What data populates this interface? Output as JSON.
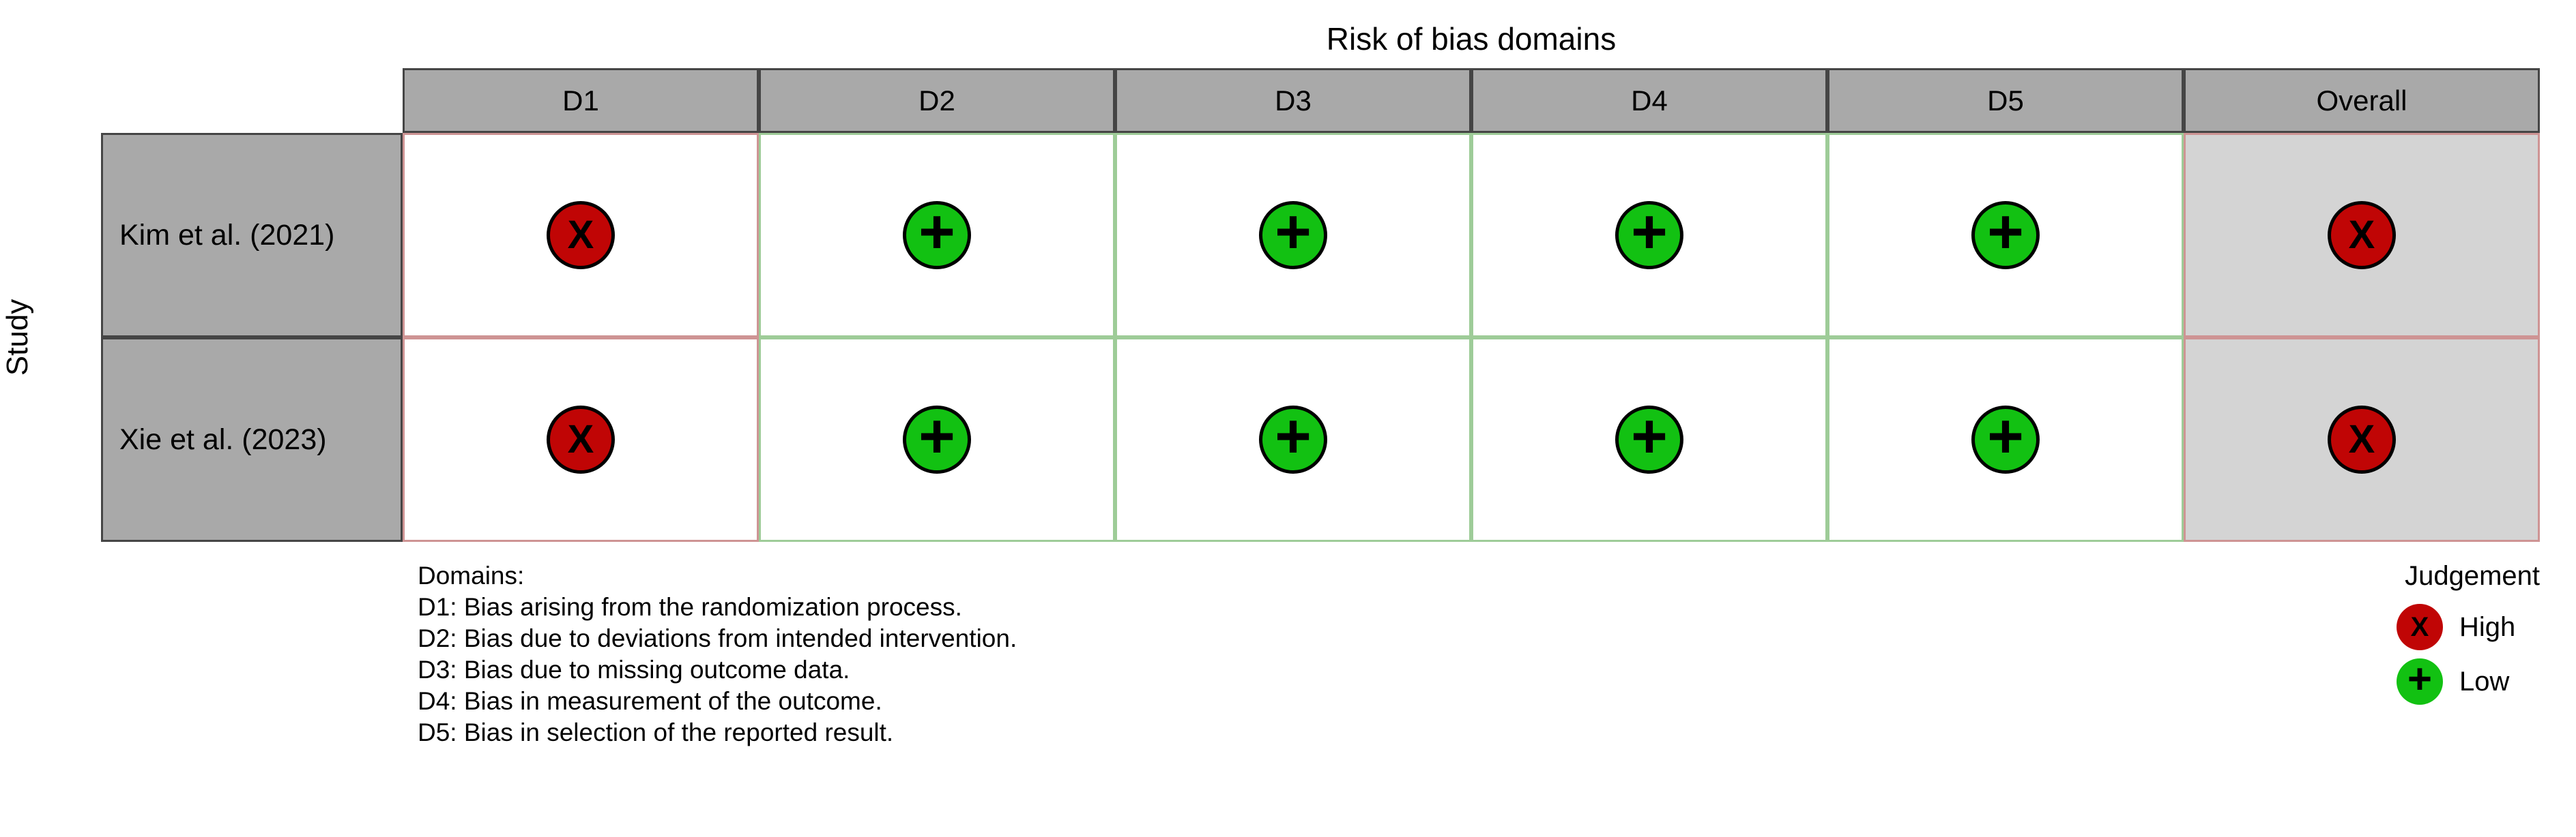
{
  "title": "Risk of bias domains",
  "axis_label": "Study",
  "columns": [
    "D1",
    "D2",
    "D3",
    "D4",
    "D5",
    "Overall"
  ],
  "studies": [
    {
      "label": "Kim et al. (2021)",
      "judgements": [
        "High",
        "Low",
        "Low",
        "Low",
        "Low",
        "High"
      ]
    },
    {
      "label": "Xie et al. (2023)",
      "judgements": [
        "High",
        "Low",
        "Low",
        "Low",
        "Low",
        "High"
      ]
    }
  ],
  "symbols": {
    "high": "X",
    "low": "+"
  },
  "footnote": {
    "heading": "Domains:",
    "lines": [
      "D1: Bias arising from the randomization process.",
      "D2: Bias due to deviations from intended intervention.",
      "D3: Bias due to missing outcome data.",
      "D4: Bias in measurement of the outcome.",
      "D5: Bias in selection of the reported result."
    ]
  },
  "legend": {
    "title": "Judgement",
    "items": [
      {
        "label": "High",
        "judgement": "high"
      },
      {
        "label": "Low",
        "judgement": "low"
      }
    ]
  },
  "colors": {
    "high_fill": "#c00505",
    "low_fill": "#12c112",
    "high_border": "#ce9494",
    "low_border": "#9ecc98",
    "header_bg": "#a9a9a9",
    "overall_bg": "#d4d4d4",
    "grid_border": "#454545"
  },
  "chart_data": {
    "type": "table",
    "title": "Risk of bias domains",
    "ylabel": "Study",
    "columns": [
      "D1",
      "D2",
      "D3",
      "D4",
      "D5",
      "Overall"
    ],
    "rows": [
      {
        "study": "Kim et al. (2021)",
        "judgements": [
          "High",
          "Low",
          "Low",
          "Low",
          "Low",
          "High"
        ]
      },
      {
        "study": "Xie et al. (2023)",
        "judgements": [
          "High",
          "Low",
          "Low",
          "Low",
          "Low",
          "High"
        ]
      }
    ],
    "legend": {
      "title": "Judgement",
      "entries": [
        "High",
        "Low"
      ],
      "position": "bottom-right"
    },
    "domain_descriptions": [
      "D1: Bias arising from the randomization process.",
      "D2: Bias due to deviations from intended intervention.",
      "D3: Bias due to missing outcome data.",
      "D4: Bias in measurement of the outcome.",
      "D5: Bias in selection of the reported result."
    ]
  }
}
